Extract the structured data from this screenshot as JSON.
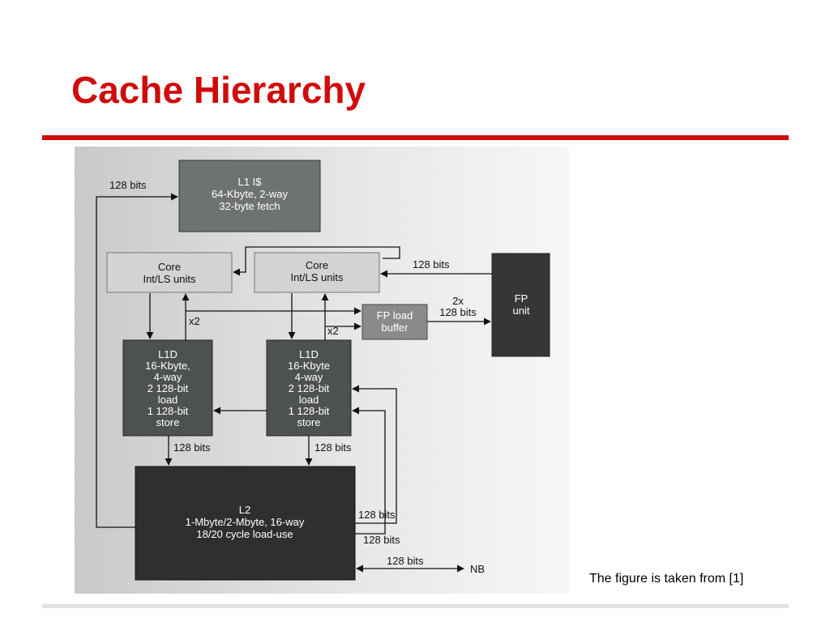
{
  "slide": {
    "title": "Cache Hierarchy",
    "caption": "The figure is taken from [1]"
  },
  "diagram": {
    "l1i": {
      "lines": [
        "L1 I$",
        "64-Kbyte, 2-way",
        "32-byte fetch"
      ]
    },
    "core_left": {
      "lines": [
        "Core",
        "Int/LS units"
      ]
    },
    "core_right": {
      "lines": [
        "Core",
        "Int/LS units"
      ]
    },
    "fp_load_buffer": {
      "lines": [
        "FP load",
        "buffer"
      ]
    },
    "fp_unit": {
      "lines": [
        "FP",
        "unit"
      ]
    },
    "l1d_left": {
      "lines": [
        "L1D",
        "16-Kbyte,",
        "4-way",
        "2 128-bit",
        "load",
        "1 128-bit",
        "store"
      ]
    },
    "l1d_right": {
      "lines": [
        "L1D",
        "16-Kbyte",
        "4-way",
        "2 128-bit",
        "load",
        "1 128-bit",
        "store"
      ]
    },
    "l2": {
      "lines": [
        "L2",
        "1-Mbyte/2-Mbyte, 16-way",
        "18/20 cycle load-use"
      ]
    },
    "labels": {
      "l1i_bus": "128 bits",
      "fp_to_core": "128 bits",
      "fp_buffer_bus_1": "2x",
      "fp_buffer_bus_2": "128 bits",
      "x2_left": "x2",
      "x2_right": "x2",
      "l1d_left_to_l2": "128 bits",
      "l1d_right_to_l2": "128 bits",
      "l2_feedback_1": "128 bits",
      "l2_feedback_2": "128 bits",
      "l2_to_nb": "128 bits",
      "nb": "NB"
    }
  }
}
